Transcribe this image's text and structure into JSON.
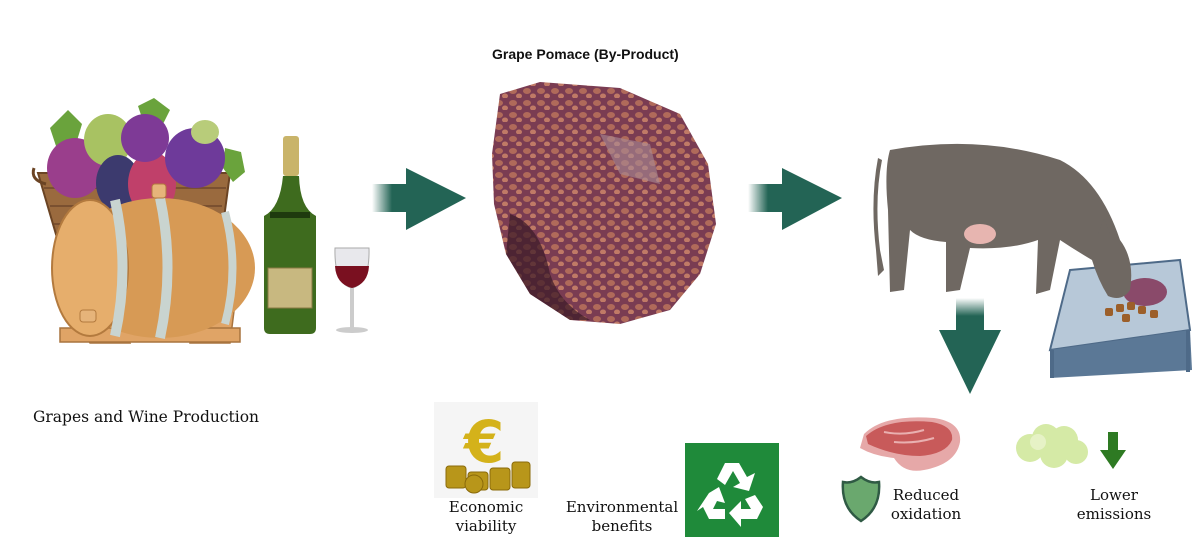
{
  "diagram": {
    "stages": [
      {
        "id": "wine",
        "label": "Grapes and Wine Production"
      },
      {
        "id": "pomace",
        "label": "Grape Pomace (By-Product)"
      },
      {
        "id": "cattle",
        "label": ""
      }
    ],
    "flow_arrows": [
      {
        "from": "wine",
        "to": "pomace",
        "direction": "right",
        "icon": "arrow-right-icon"
      },
      {
        "from": "pomace",
        "to": "cattle",
        "direction": "right",
        "icon": "arrow-right-icon"
      },
      {
        "from": "cattle",
        "to": "outcomes",
        "direction": "down",
        "icon": "arrow-down-icon"
      }
    ],
    "benefits": [
      {
        "id": "economic",
        "line1": "Economic",
        "line2": "viability",
        "icon": "euro-coins-icon"
      },
      {
        "id": "environmental",
        "line1": "Environmental",
        "line2": "benefits",
        "icon": "recycle-icon"
      },
      {
        "id": "oxidation",
        "line1": "Reduced",
        "line2": "oxidation",
        "icon": "shield-icon"
      },
      {
        "id": "emissions",
        "line1": "Lower",
        "line2": "emissions",
        "icon": "down-arrow-icon"
      }
    ],
    "colors": {
      "flow_arrow": "#236455",
      "recycle_bg": "#1f8a3a",
      "shield_fill": "#6aa86e",
      "shield_stroke": "#2f5a44",
      "emission_arrow": "#2e7a23",
      "emission_cloud": "#d5eaa6",
      "cow": "#6f6862",
      "trough": "#6f8fb0",
      "pomace": "#8a4a5c",
      "barrel": "#d89a58",
      "bottle": "#3e6b1e"
    }
  }
}
